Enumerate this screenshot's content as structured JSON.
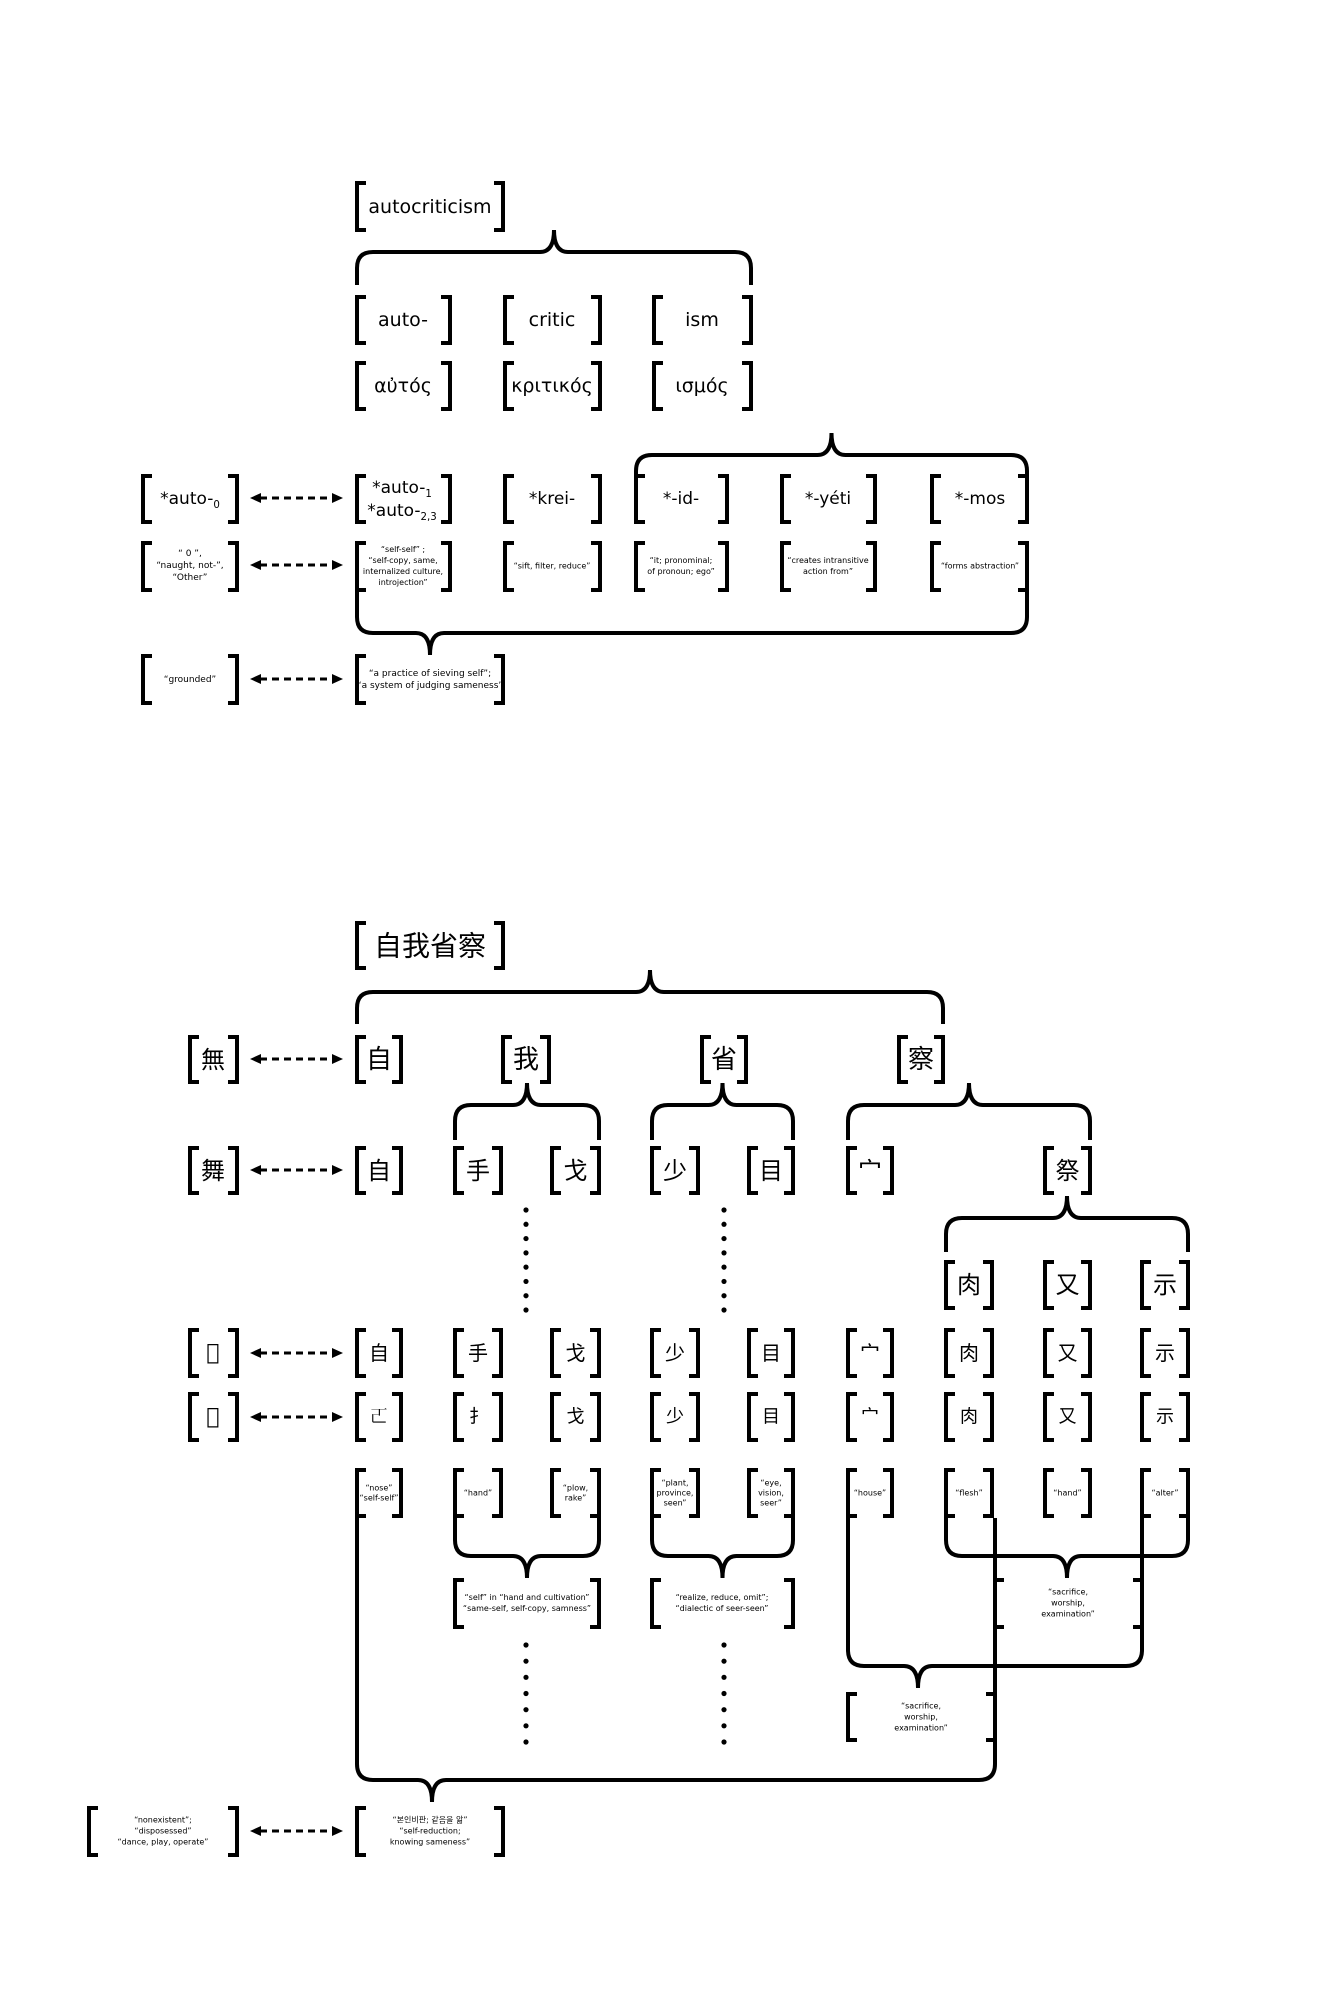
{
  "english": {
    "word": "autocriticism",
    "parts": [
      "auto-",
      "critic",
      "ism"
    ],
    "greek": [
      "αὐτός",
      "κριτικός",
      "ισμός"
    ],
    "roots": {
      "left": {
        "base": "*auto-",
        "sub": "0"
      },
      "auto1": {
        "base": "*auto-",
        "sub": "1"
      },
      "auto23": {
        "base": "*auto-",
        "sub": "2,3"
      },
      "krei": "*krei-",
      "id": "*-id-",
      "yeti": "*-yéti",
      "mos": "*-mos"
    },
    "glosses": {
      "left": [
        "“ 0 ”,",
        "“naught, not-”,",
        "“Other”"
      ],
      "auto": [
        "“self-self” ;",
        "“self-copy, same,",
        "internalized culture,",
        "introjection”"
      ],
      "krei": [
        "“sift, filter, reduce”"
      ],
      "id": [
        "“it; pronominal;",
        "of pronoun; ego”"
      ],
      "yeti": [
        "“creates intransitive",
        "action from”"
      ],
      "mos": [
        "“forms abstraction”"
      ]
    },
    "result": {
      "left": [
        "“grounded”"
      ],
      "main": [
        "“a practice of sieving self”;",
        "“a system of judging sameness”"
      ]
    }
  },
  "hanzi": {
    "word": "自我省察",
    "left": [
      "無",
      "舞",
      "𦏲",
      "𣞤"
    ],
    "chars": [
      "自",
      "我",
      "省",
      "察"
    ],
    "components": [
      "自",
      "手",
      "戈",
      "少",
      "目",
      "宀",
      "祭"
    ],
    "ji_parts": [
      "肉",
      "又",
      "示"
    ],
    "seal_row": [
      "自",
      "手",
      "戈",
      "少",
      "目",
      "宀",
      "肉",
      "又",
      "示"
    ],
    "oracle_row": [
      "𠀀",
      "扌",
      "戈",
      "少",
      "目",
      "宀",
      "肉",
      "又",
      "示"
    ],
    "glosses": {
      "nose": [
        "“nose”",
        "“self-self”"
      ],
      "hand": [
        "“hand”"
      ],
      "plow": [
        "“plow,",
        "rake”"
      ],
      "plant": [
        "“plant,",
        "province,",
        "seen”"
      ],
      "eye": [
        "“eye,",
        "vision,",
        "seer”"
      ],
      "house": [
        "“house”"
      ],
      "flesh": [
        "“flesh”"
      ],
      "hand2": [
        "“hand”"
      ],
      "alter": [
        "“alter”"
      ]
    },
    "sub_results": {
      "wo": [
        "“self” in “hand and cultivation”",
        "“same-self, self-copy, samness”"
      ],
      "xing": [
        "“realize, reduce, omit”;",
        "“dialectic of seer-seen”"
      ],
      "ji": [
        "“sacrifice,",
        "worship,",
        "examination”"
      ],
      "cha": [
        "“sacrifice,",
        "worship,",
        "examination”"
      ]
    },
    "final": {
      "left": [
        "“nonexistent”;",
        "“disposessed”",
        "“dance, play, operate”"
      ],
      "main": [
        "“본인비판; 같음을 앎”",
        "“self-reduction;",
        "knowing sameness”"
      ]
    }
  }
}
